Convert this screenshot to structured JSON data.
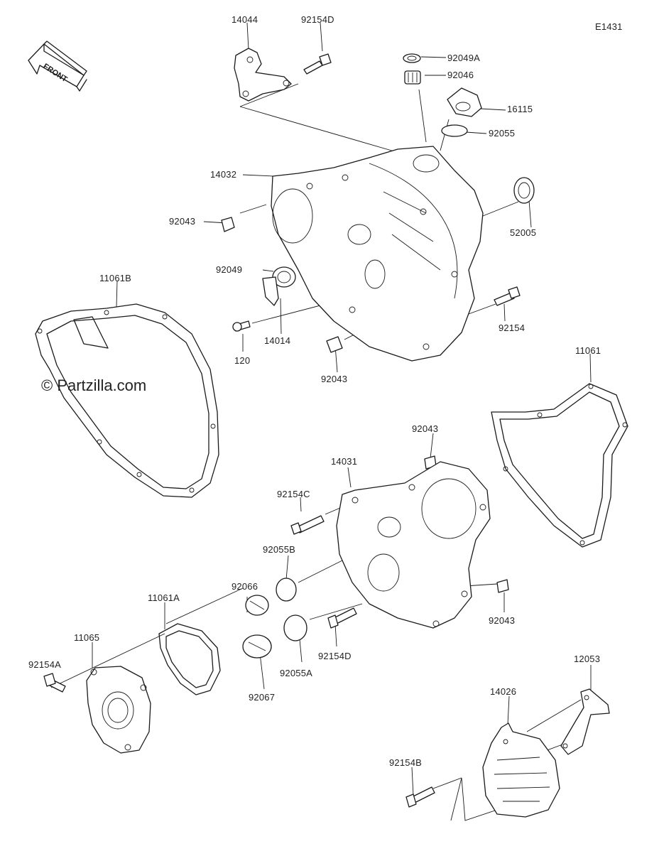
{
  "diagram": {
    "ref_code": "E1431",
    "front_label": "FRONT",
    "watermark": "© Partzilla.com",
    "parts": [
      {
        "id": "p14044",
        "label": "14044"
      },
      {
        "id": "p92154D_top",
        "label": "92154D"
      },
      {
        "id": "p92049A",
        "label": "92049A"
      },
      {
        "id": "p92046",
        "label": "92046"
      },
      {
        "id": "p16115",
        "label": "16115"
      },
      {
        "id": "p92055",
        "label": "92055"
      },
      {
        "id": "p14032",
        "label": "14032"
      },
      {
        "id": "p92043_a",
        "label": "92043"
      },
      {
        "id": "p52005",
        "label": "52005"
      },
      {
        "id": "p11061B",
        "label": "11061B"
      },
      {
        "id": "p92049",
        "label": "92049"
      },
      {
        "id": "p120",
        "label": "120"
      },
      {
        "id": "p14014",
        "label": "14014"
      },
      {
        "id": "p92154",
        "label": "92154"
      },
      {
        "id": "p92043_b",
        "label": "92043"
      },
      {
        "id": "p11061",
        "label": "11061"
      },
      {
        "id": "p92043_c",
        "label": "92043"
      },
      {
        "id": "p14031",
        "label": "14031"
      },
      {
        "id": "p92154C",
        "label": "92154C"
      },
      {
        "id": "p92055B",
        "label": "92055B"
      },
      {
        "id": "p92066",
        "label": "92066"
      },
      {
        "id": "p11061A",
        "label": "11061A"
      },
      {
        "id": "p92043_d",
        "label": "92043"
      },
      {
        "id": "p11065",
        "label": "11065"
      },
      {
        "id": "p92154D_bot",
        "label": "92154D"
      },
      {
        "id": "p92154A",
        "label": "92154A"
      },
      {
        "id": "p92067",
        "label": "92067"
      },
      {
        "id": "p92055A",
        "label": "92055A"
      },
      {
        "id": "p12053",
        "label": "12053"
      },
      {
        "id": "p14026",
        "label": "14026"
      },
      {
        "id": "p92154B",
        "label": "92154B"
      }
    ]
  }
}
